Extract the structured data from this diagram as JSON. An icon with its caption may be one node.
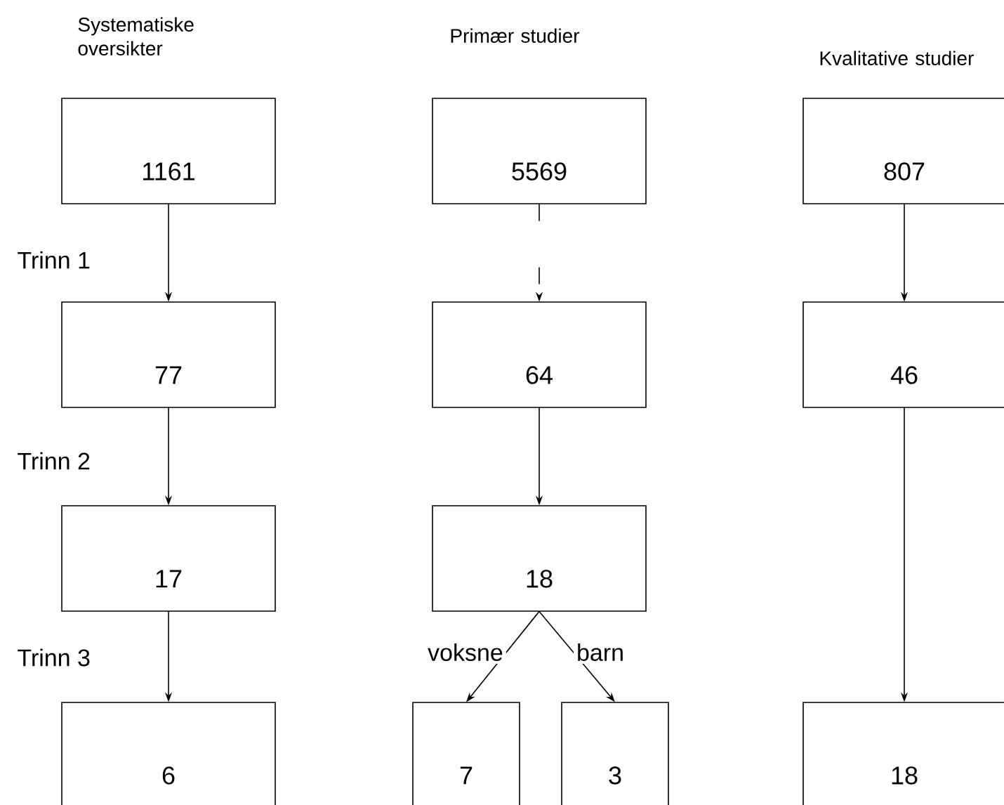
{
  "diagram": {
    "nodes": [
      {
        "text": [
          "Systematiske oversikter",
          "1161"
        ]
      },
      {
        "text": [
          "Primær studier",
          "5569"
        ]
      },
      {
        "text": [
          "Kvalitative studier",
          "807"
        ]
      },
      {
        "text": [
          "77"
        ]
      },
      {
        "text": [
          "64"
        ]
      },
      {
        "text": [
          "46"
        ]
      },
      {
        "text": [
          "17"
        ]
      },
      {
        "text": [
          "18"
        ]
      },
      {
        "text": [
          "6"
        ]
      },
      {
        "text": [
          "7"
        ]
      },
      {
        "text": [
          "3"
        ]
      },
      {
        "text": [
          "18"
        ]
      }
    ],
    "edges": [
      {
        "from": 0,
        "to": 3,
        "arrow": "to"
      },
      {
        "from": 3,
        "to": 6,
        "arrow": "to"
      },
      {
        "from": 6,
        "to": 8,
        "arrow": "to"
      },
      {
        "from": 1,
        "to": 4,
        "arrow": "to",
        "style": "dashed"
      },
      {
        "from": 4,
        "to": 7,
        "arrow": "to"
      },
      {
        "from": 7,
        "to": 9,
        "arrow": "to",
        "label": "voksne"
      },
      {
        "from": 7,
        "to": 10,
        "arrow": "to",
        "label": "barn"
      },
      {
        "from": 2,
        "to": 5,
        "arrow": "to"
      },
      {
        "from": 5,
        "to": 11,
        "arrow": "to"
      }
    ],
    "labels": [
      "Trinn 1",
      "Trinn 2",
      "Trinn 3"
    ]
  }
}
